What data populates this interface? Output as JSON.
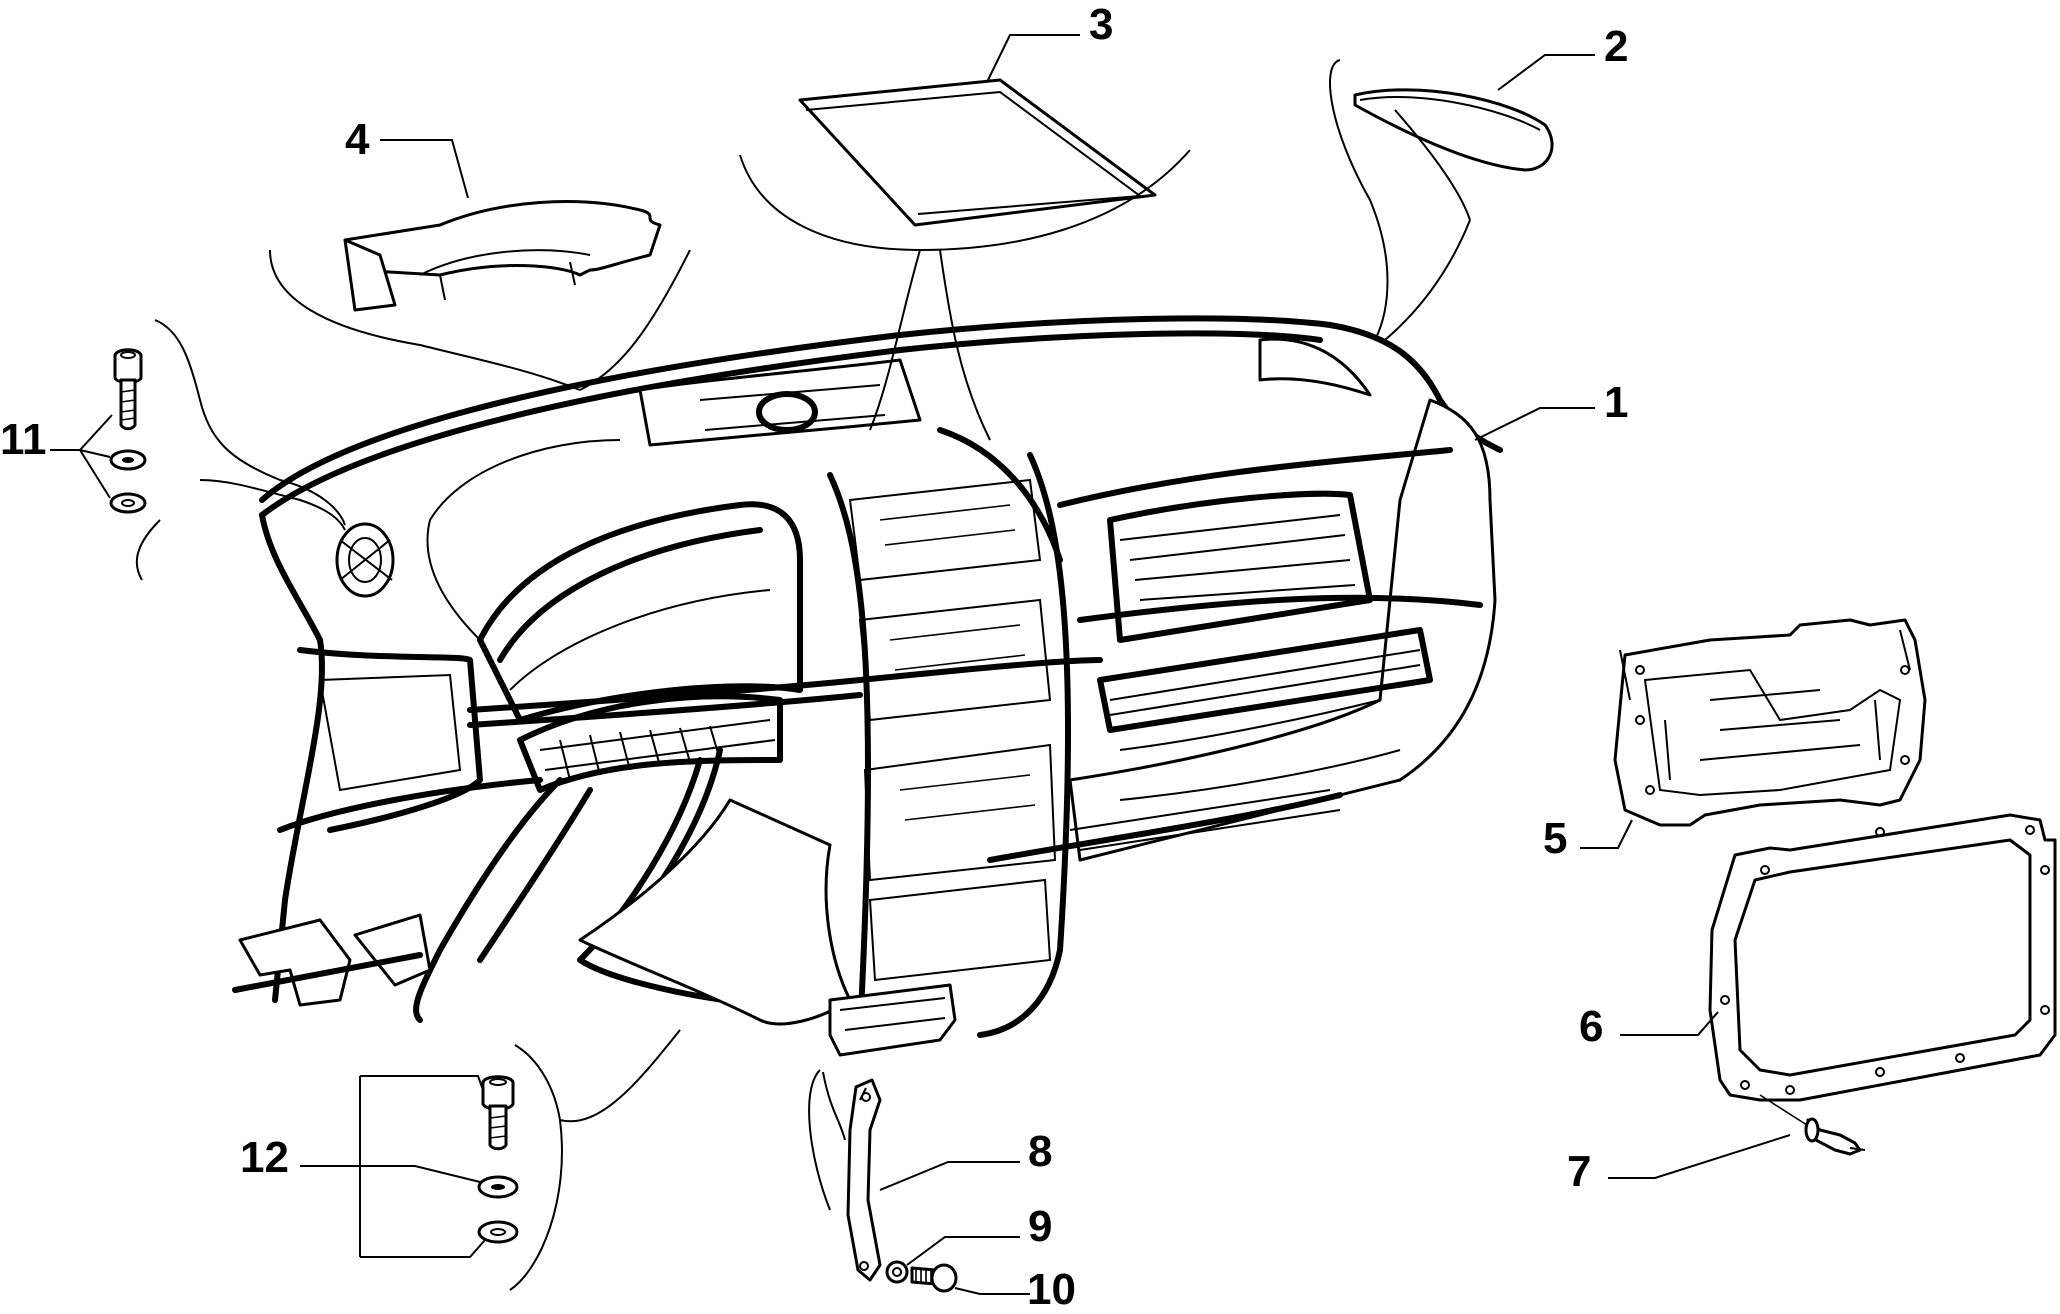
{
  "diagram": {
    "background": "#ffffff",
    "ink": "#000000",
    "callouts": [
      {
        "id": "c1",
        "label": "1"
      },
      {
        "id": "c2",
        "label": "2"
      },
      {
        "id": "c3",
        "label": "3"
      },
      {
        "id": "c4",
        "label": "4"
      },
      {
        "id": "c5",
        "label": "5"
      },
      {
        "id": "c6",
        "label": "6"
      },
      {
        "id": "c7",
        "label": "7"
      },
      {
        "id": "c8",
        "label": "8"
      },
      {
        "id": "c9",
        "label": "9"
      },
      {
        "id": "c10",
        "label": "10"
      },
      {
        "id": "c11",
        "label": "11"
      },
      {
        "id": "c12",
        "label": "12"
      }
    ]
  }
}
